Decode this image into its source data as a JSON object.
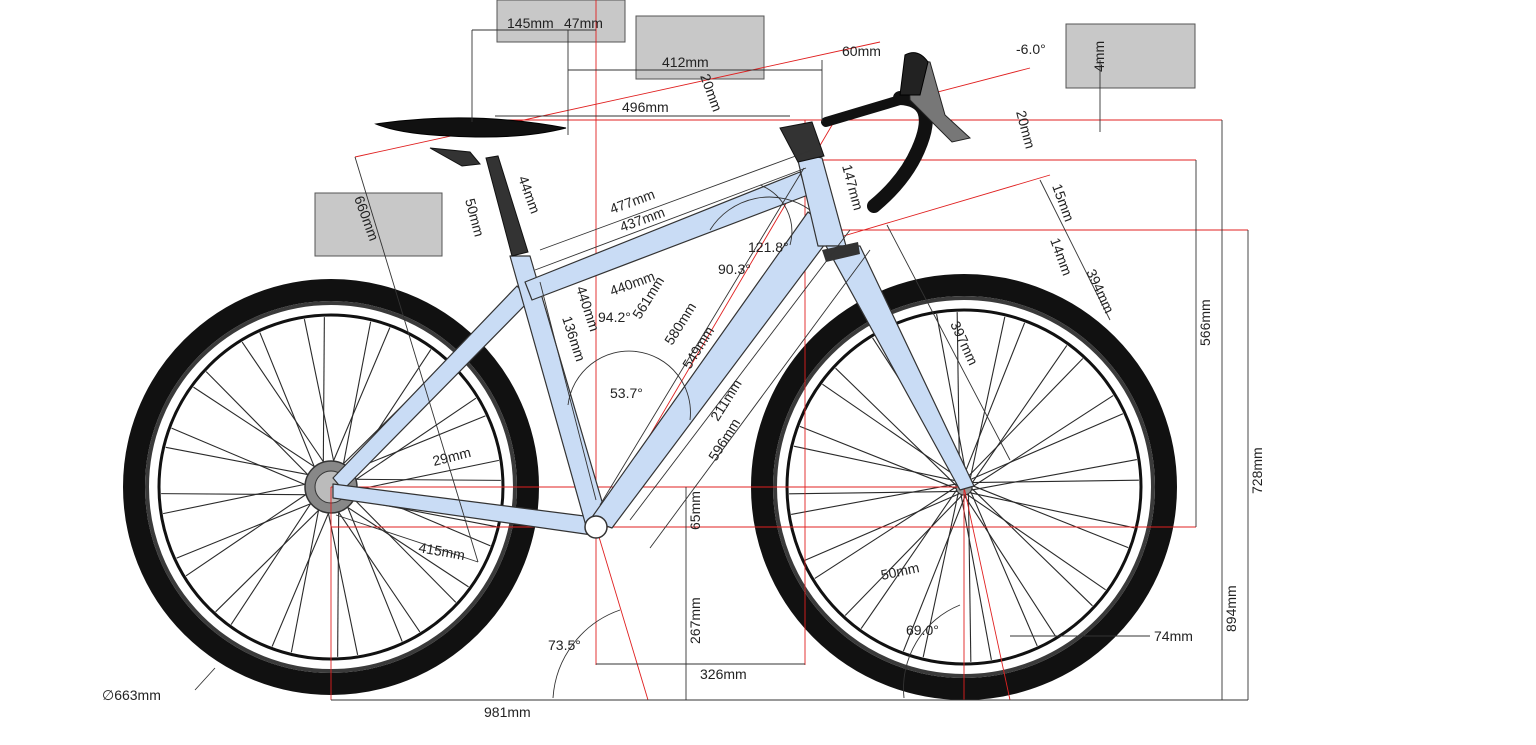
{
  "labels": {
    "d145": "145mm",
    "d47": "47mm",
    "d412": "412mm",
    "d60": "60mm",
    "a_neg6": "-6.0°",
    "d4": "4mm",
    "d496": "496mm",
    "d20a": "20mm",
    "d20b": "20mm",
    "d44": "44mm",
    "d50a": "50mm",
    "d477": "477mm",
    "d437": "437mm",
    "d147": "147mm",
    "d15": "15mm",
    "d660": "660mm",
    "a121": "121.8°",
    "a90": "90.3°",
    "d14": "14mm",
    "d394": "394mm",
    "d440a": "440mm",
    "d440b": "440mm",
    "a94": "94.2°",
    "d561": "561mm",
    "d566": "566mm",
    "d136": "136mm",
    "d580": "580mm",
    "d397": "397mm",
    "d549": "549mm",
    "a53": "53.7°",
    "d211": "211mm",
    "d596": "596mm",
    "d29": "29mm",
    "d728": "728mm",
    "d65": "65mm",
    "d415": "415mm",
    "d50b": "50mm",
    "d894": "894mm",
    "d267": "267mm",
    "a69": "69.0°",
    "d74": "74mm",
    "a73": "73.5°",
    "d326": "326mm",
    "wheel": "∅663mm",
    "d981": "981mm"
  },
  "colors": {
    "frame": "#c9dcf5",
    "reference": "#e02020",
    "tire": "#111111",
    "box": "#c8c8c8"
  }
}
